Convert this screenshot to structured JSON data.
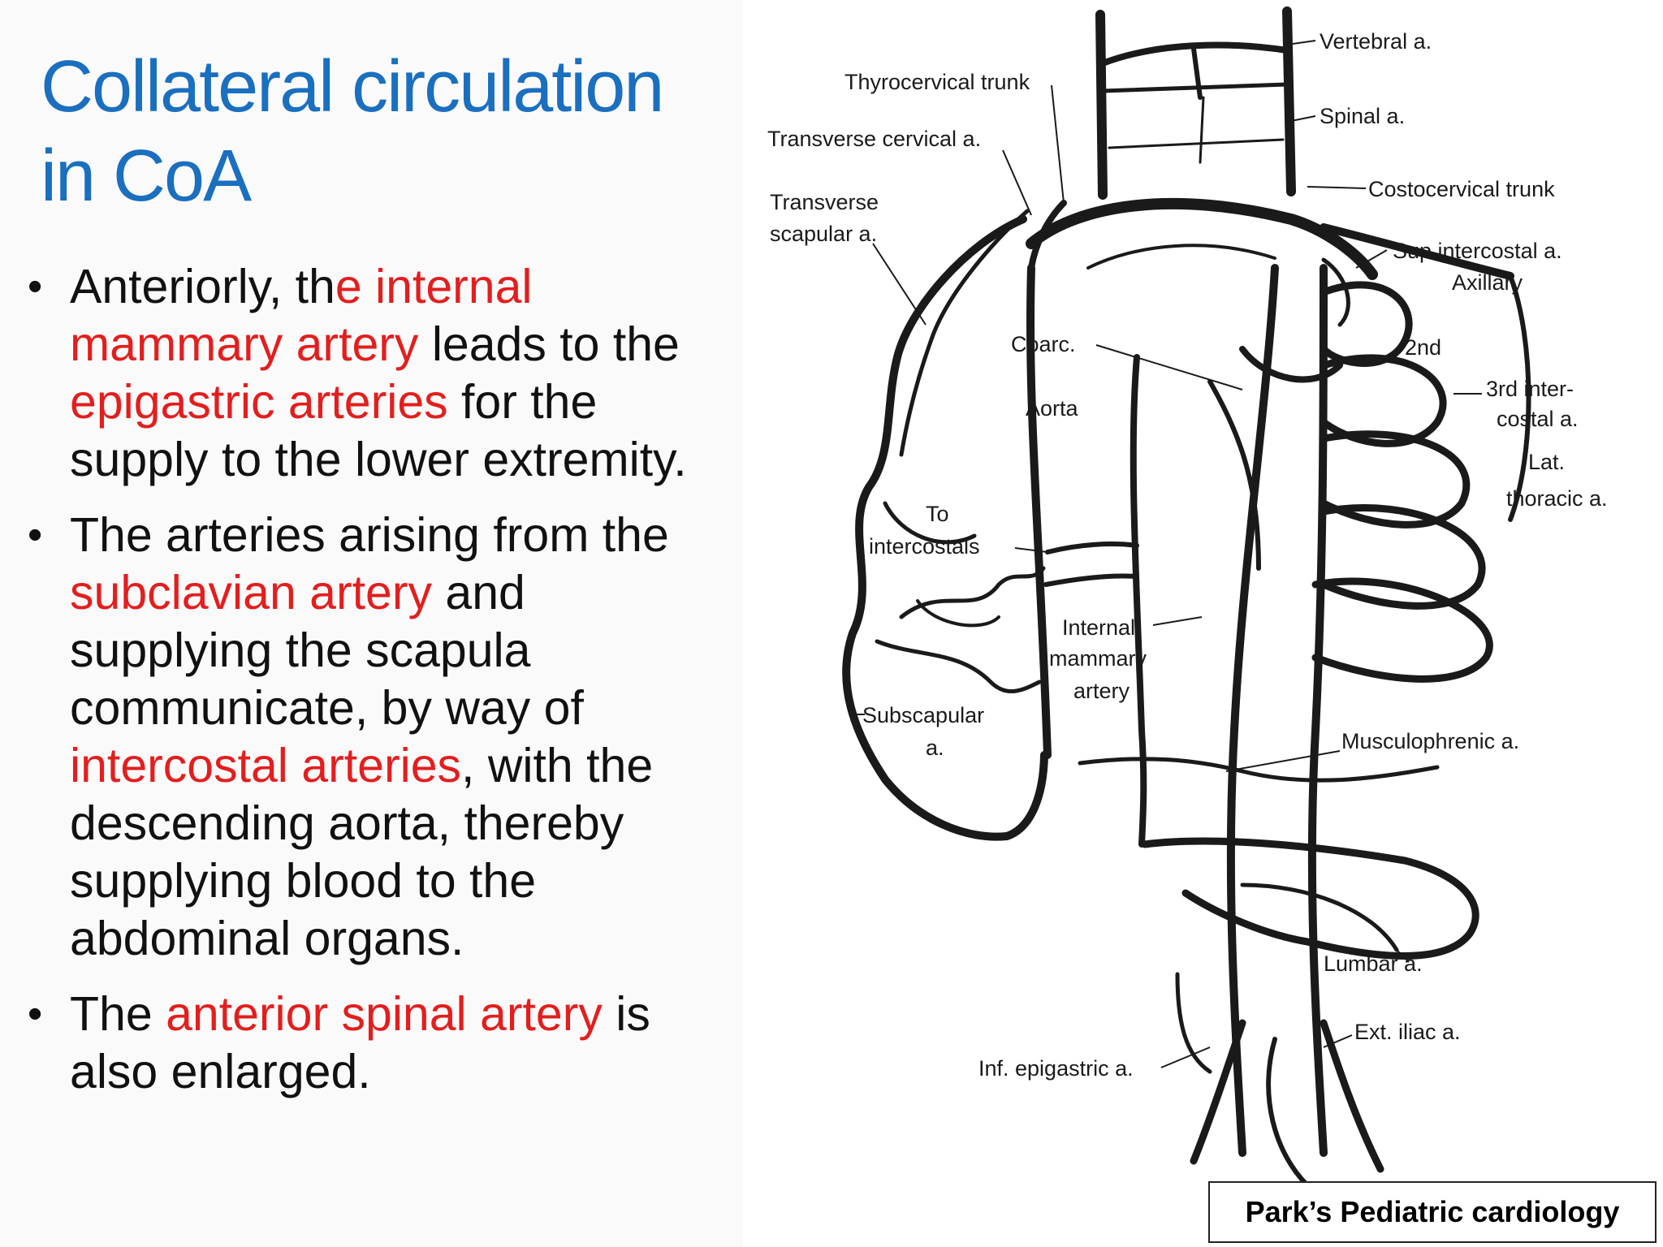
{
  "slide": {
    "title_line1": "Collateral circulation",
    "title_line2": "in CoA",
    "bullets": [
      {
        "parts": [
          {
            "text": "Anteriorly, th",
            "highlight": false
          },
          {
            "text": "e internal mammary artery",
            "highlight": true
          },
          {
            "text": " leads to the ",
            "highlight": false
          },
          {
            "text": "epigastric arteries",
            "highlight": true
          },
          {
            "text": " for the supply to the lower extremity.",
            "highlight": false
          }
        ]
      },
      {
        "parts": [
          {
            "text": "The arteries arising from the ",
            "highlight": false
          },
          {
            "text": "subclavian artery",
            "highlight": true
          },
          {
            "text": " and supplying the scapula communicate, by way of ",
            "highlight": false
          },
          {
            "text": "intercostal arteries",
            "highlight": true
          },
          {
            "text": ", with the descending aorta, thereby supplying blood to the abdominal organs.",
            "highlight": false
          }
        ]
      },
      {
        "parts": [
          {
            "text": "The ",
            "highlight": false
          },
          {
            "text": "anterior spinal artery",
            "highlight": true
          },
          {
            "text": " is also enlarged.",
            "highlight": false
          }
        ]
      }
    ],
    "bullet_symbol": "•",
    "source": "Park’s Pediatric cardiology"
  },
  "figure": {
    "labels": {
      "vertebral": "Vertebral a.",
      "thyrocervical": "Thyrocervical trunk",
      "spinal": "Spinal a.",
      "transverse_cervical": "Transverse cervical a.",
      "costocervical": "Costocervical trunk",
      "transverse_scapular_1": "Transverse",
      "transverse_scapular_2": "scapular a.",
      "sup_intercostal": "Sup intercostal a.",
      "axillary": "Axillary",
      "coarc": "Coarc.",
      "second": "2nd",
      "third_1": "3rd inter-",
      "third_2": "costal a.",
      "aorta": "Aorta",
      "lat_1": "Lat.",
      "lat_2": "thoracic a.",
      "to_intercostals_1": "To",
      "to_intercostals_2": "intercostals",
      "internal_mammary_1": "Internal",
      "internal_mammary_2": "mammary",
      "internal_mammary_3": "artery",
      "subscapular_1": "Subscapular",
      "subscapular_2": "a.",
      "musculophrenic": "Musculophrenic a.",
      "lumbar": "Lumbar a.",
      "ext_iliac": "Ext. iliac a.",
      "inf_epigastric": "Inf. epigastric a."
    }
  },
  "colors": {
    "title": "#1a6fbf",
    "highlight": "#e31e1e",
    "text": "#111111"
  }
}
